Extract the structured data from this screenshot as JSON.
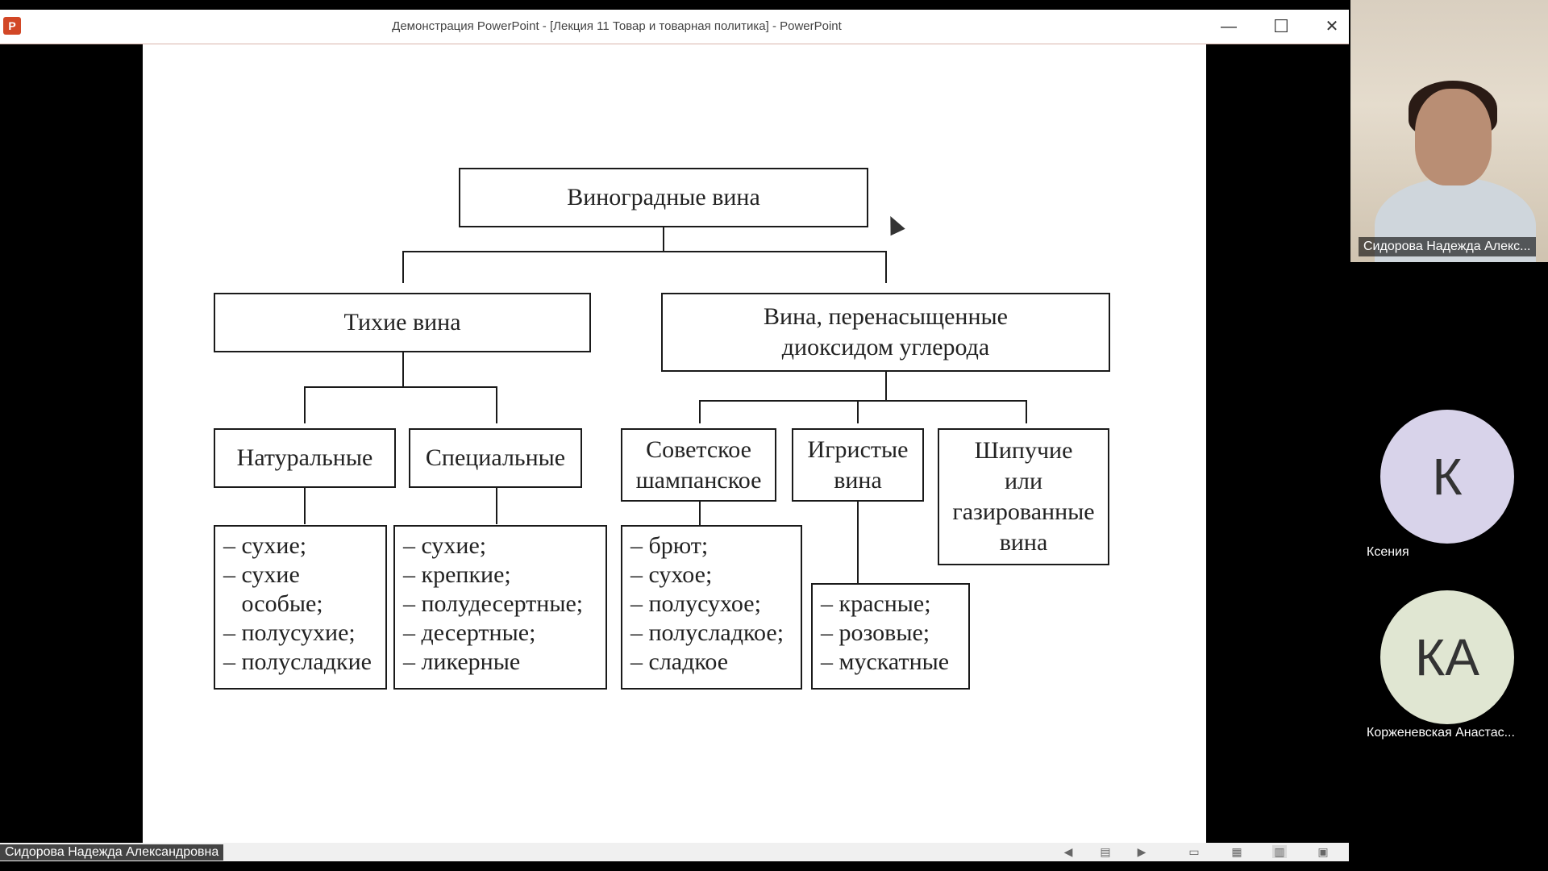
{
  "window": {
    "title": "Демонстрация PowerPoint - [Лекция 11 Товар и товарная политика] - PowerPoint",
    "app_icon": "P",
    "minimize": "—",
    "maximize": "☐",
    "close": "✕"
  },
  "slide": {
    "root": "Виноградные вина",
    "still": "Тихие вина",
    "sparkling": "Вина, перенасыщенные диоксидом углерода",
    "natural": "Натуральные",
    "special": "Специальные",
    "soviet": "Советское шампанское",
    "igristye": "Игристые вина",
    "shipuchie": "Шипучие или газированные вина",
    "natural_list": [
      "– сухие;",
      "– сухие",
      "   особые;",
      "– полусухие;",
      "– полусладкие"
    ],
    "special_list": [
      "– сухие;",
      "– крепкие;",
      "– полудесертные;",
      "– десертные;",
      "– ликерные"
    ],
    "soviet_list": [
      "– брют;",
      "– сухое;",
      "– полусухое;",
      "– полусладкое;",
      "– сладкое"
    ],
    "igristye_list": [
      "– красные;",
      "– розовые;",
      "– мускатные"
    ]
  },
  "status_bar": {
    "presenter": "Сидорова Надежда Александровна"
  },
  "participants": {
    "speaker_name": "Сидорова Надежда Алекс...",
    "p1": {
      "initials": "К",
      "name": "Ксения",
      "color": "#d8d3ea"
    },
    "p2": {
      "initials": "КА",
      "name": "Корженевская Анастас...",
      "color": "#e0e6d2"
    }
  }
}
